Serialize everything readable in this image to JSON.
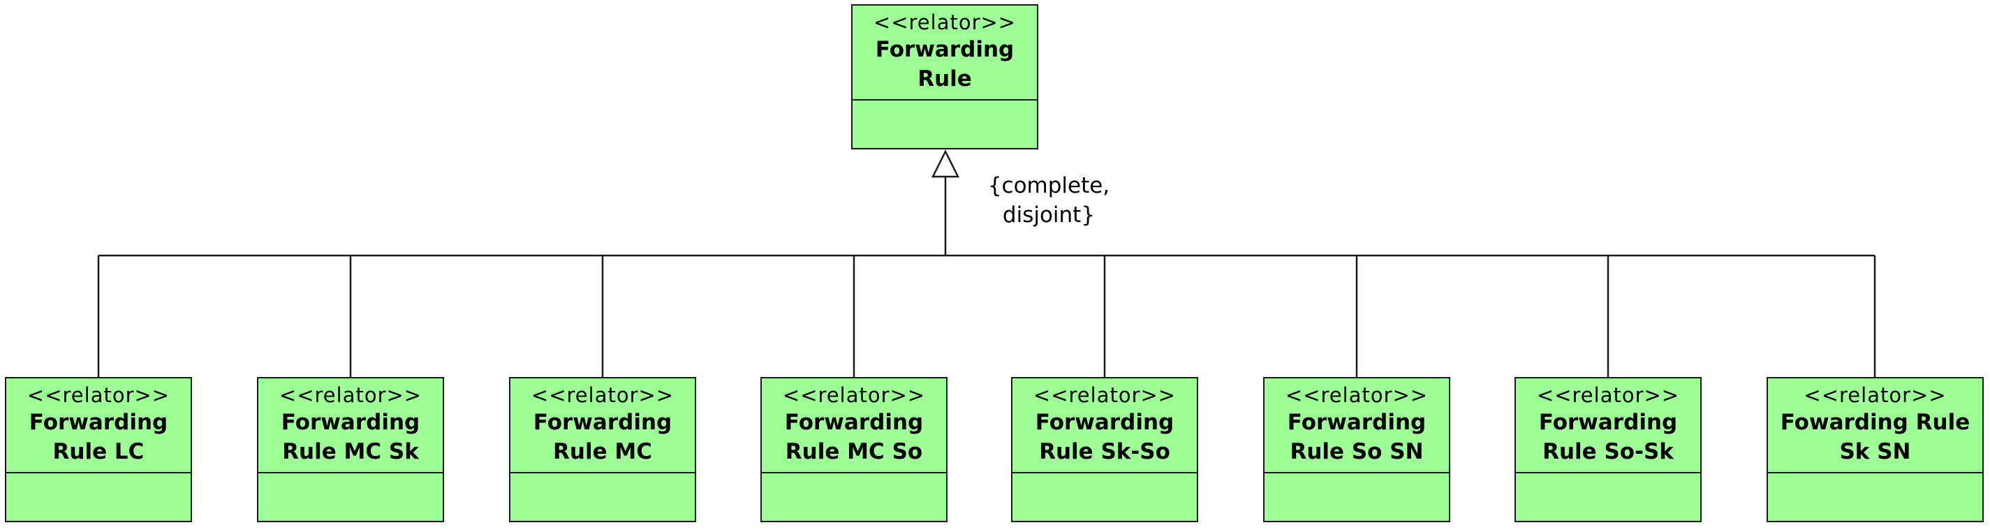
{
  "diagram": {
    "parent": {
      "stereotype": "<<relator>>",
      "name": "Forwarding Rule"
    },
    "generalization_set": {
      "constraint": "{complete, disjoint}"
    },
    "children": [
      {
        "stereotype": "<<relator>>",
        "name": "Forwarding Rule LC"
      },
      {
        "stereotype": "<<relator>>",
        "name": "Forwarding Rule MC Sk"
      },
      {
        "stereotype": "<<relator>>",
        "name": "Forwarding Rule MC"
      },
      {
        "stereotype": "<<relator>>",
        "name": "Forwarding Rule MC So"
      },
      {
        "stereotype": "<<relator>>",
        "name": "Forwarding Rule Sk-So"
      },
      {
        "stereotype": "<<relator>>",
        "name": "Forwarding Rule So SN"
      },
      {
        "stereotype": "<<relator>>",
        "name": "Forwarding Rule So-Sk"
      },
      {
        "stereotype": "<<relator>>",
        "name": "Fowarding Rule Sk SN"
      }
    ],
    "colors": {
      "class_fill": "#9dfe96",
      "line": "#1a1a1a"
    }
  }
}
